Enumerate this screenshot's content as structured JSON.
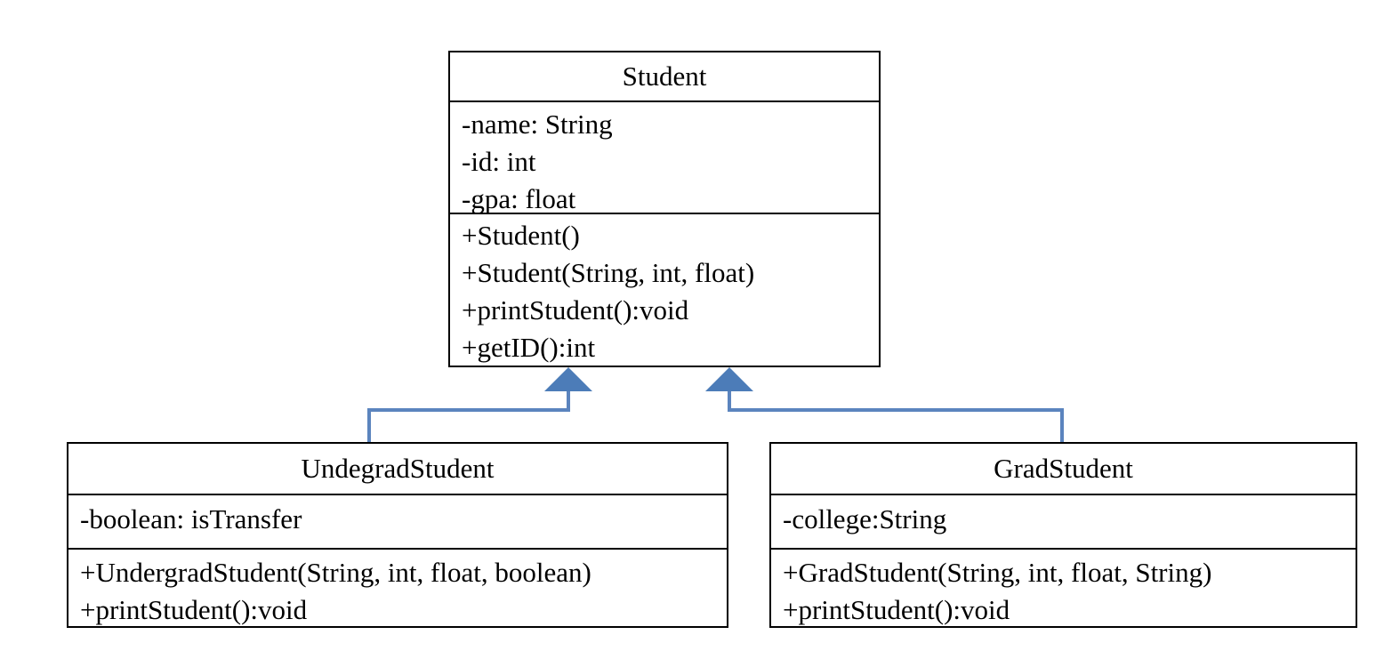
{
  "diagram": {
    "type": "uml-class-diagram",
    "title": "Student class hierarchy",
    "relationship_kind": "generalization",
    "line_color": "#5B84BE",
    "box_border_color": "#000000",
    "background_color": "#FFFFFF"
  },
  "classes": [
    {
      "id": "student",
      "name": "Student",
      "attributes": [
        "-name: String",
        "-id: int",
        "-gpa: float"
      ],
      "operations": [
        "+Student()",
        "+Student(String, int, float)",
        "+printStudent():void",
        "+getID():int"
      ]
    },
    {
      "id": "undergrad",
      "name": "UndegradStudent",
      "attributes": [
        "-boolean: isTransfer"
      ],
      "operations": [
        "+UndergradStudent(String, int, float, boolean)",
        "+printStudent():void"
      ]
    },
    {
      "id": "grad",
      "name": "GradStudent",
      "attributes": [
        "-college:String"
      ],
      "operations": [
        "+GradStudent(String, int, float, String)",
        "+printStudent():void"
      ]
    }
  ],
  "relationships": [
    {
      "from": "undergrad",
      "to": "student",
      "kind": "inherits"
    },
    {
      "from": "grad",
      "to": "student",
      "kind": "inherits"
    }
  ]
}
